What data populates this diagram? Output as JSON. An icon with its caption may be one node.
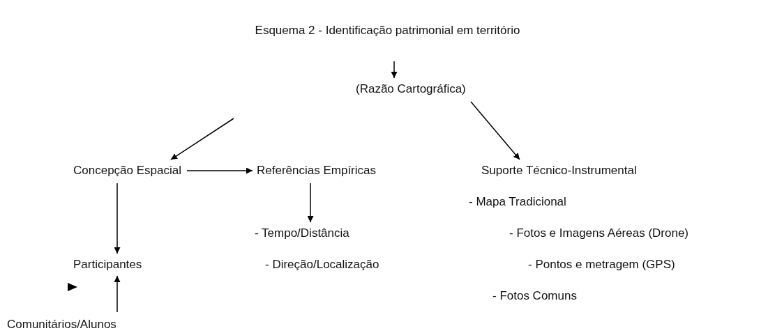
{
  "diagram": {
    "title": "Esquema 2 - Identificação patrimonial em território",
    "nodes": [
      {
        "text": [
          "(Razão Cartográfica)"
        ]
      },
      {
        "text": [
          "Concepção Espacial"
        ]
      },
      {
        "text": [
          "Referências Empíricas"
        ]
      },
      {
        "text": [
          "Suporte Técnico-Instrumental"
        ]
      },
      {
        "text": [
          "- Tempo/Distância"
        ]
      },
      {
        "text": [
          "Participantes"
        ]
      },
      {
        "text": [
          "Comunitários/Alunos"
        ]
      }
    ],
    "edges": [
      {
        "from": null,
        "to": 0,
        "arrow": "to"
      },
      {
        "from": null,
        "to": 1,
        "arrow": "to"
      },
      {
        "from": 0,
        "to": 3,
        "arrow": "to"
      },
      {
        "from": 1,
        "to": 2,
        "arrow": "to"
      },
      {
        "from": 2,
        "to": 4,
        "arrow": "to"
      },
      {
        "from": 1,
        "to": 5,
        "arrow": "to"
      },
      {
        "from": 6,
        "to": 5,
        "arrow": "to"
      }
    ],
    "labels": [
      "- Mapa Tradicional",
      "- Fotos e Imagens Aéreas (Drone)",
      "- Direção/Localização",
      "- Pontos e metragem (GPS)",
      "- Fotos Comuns"
    ]
  }
}
